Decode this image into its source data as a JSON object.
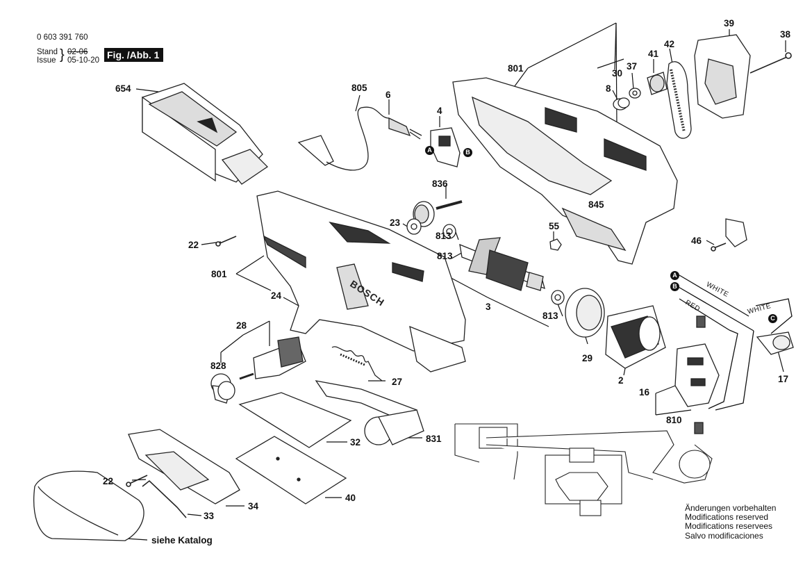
{
  "header": {
    "part_number": "0 603 391 760",
    "stand_label": "Stand",
    "issue_label": "Issue",
    "stand_value": "02-06",
    "issue_value": "05-10-20",
    "figure": "Fig. /Abb. 1"
  },
  "labels": {
    "p654": "654",
    "p805": "805",
    "p6": "6",
    "p4": "4",
    "p801_top": "801",
    "p30": "30",
    "p37": "37",
    "p41": "41",
    "p42": "42",
    "p39": "39",
    "p38": "38",
    "p8": "8",
    "p836": "836",
    "p23": "23",
    "p813_a": "813",
    "p813_b": "813",
    "p813_c": "813",
    "p55": "55",
    "p845": "845",
    "p46": "46",
    "p22_a": "22",
    "p801_left": "801",
    "p24": "24",
    "p3": "3",
    "p28": "28",
    "p828": "828",
    "p29": "29",
    "p2": "2",
    "p16": "16",
    "p810": "810",
    "p17": "17",
    "p27": "27",
    "p32": "32",
    "p831": "831",
    "p22_b": "22",
    "p33": "33",
    "p34": "34",
    "p40": "40",
    "catalog": "siehe Katalog"
  },
  "wiring": {
    "terminal_a": "A",
    "terminal_b": "B",
    "terminal_c": "C",
    "white_1": "WHITE",
    "white_2": "WHITE",
    "red": "RED",
    "switch_a": "A",
    "switch_b": "B"
  },
  "brand": "BOSCH",
  "notes": {
    "de": "Änderungen vorbehalten",
    "en": "Modifications reserved",
    "fr": "Modifications reservees",
    "es": "Salvo modificaciones"
  }
}
